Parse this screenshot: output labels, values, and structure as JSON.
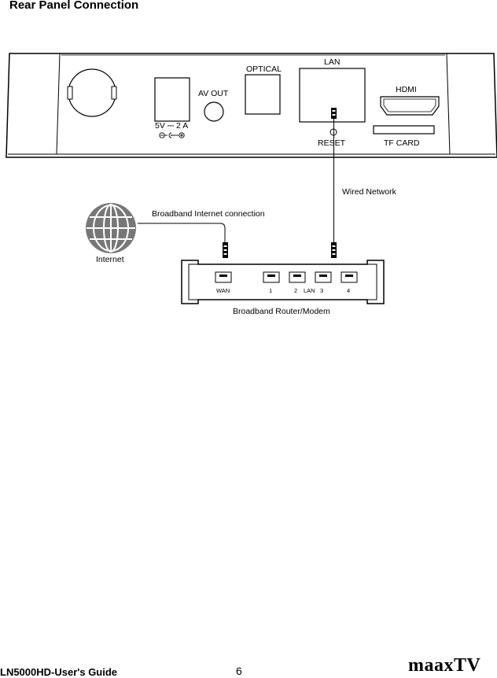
{
  "document": {
    "title": "Rear Panel Connection",
    "footer": {
      "guide": "LN5000HD-User's Guide",
      "page": "6",
      "brand": "maaxTV"
    }
  },
  "device": {
    "power_label": "5V ⎓ 2 A",
    "av_out": "AV OUT",
    "optical": "OPTICAL",
    "lan": "LAN",
    "hdmi": "HDMI",
    "reset": "RESET",
    "tf_card": "TF CARD"
  },
  "connections": {
    "wired_network": "Wired Network",
    "broadband_internet": "Broadband Internet connection",
    "internet": "Internet"
  },
  "router": {
    "label": "Broadband Router/Modem",
    "wan": "WAN",
    "port1": "1",
    "port2": "2",
    "lan": "LAN",
    "port3": "3",
    "port4": "4"
  }
}
